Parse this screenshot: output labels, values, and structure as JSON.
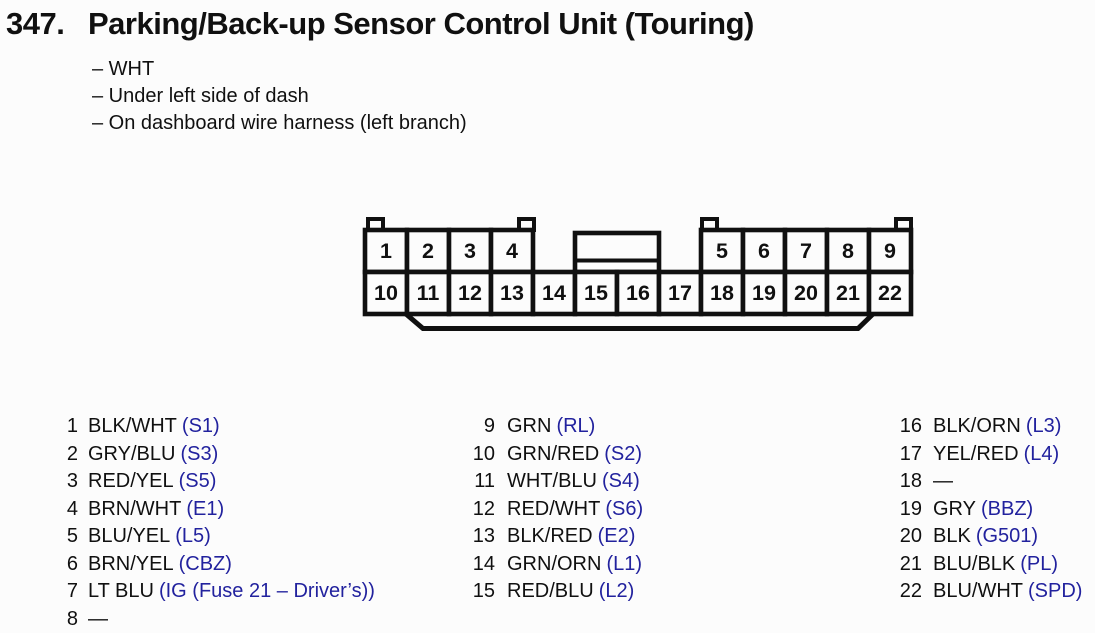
{
  "page": {
    "background": "#fcfcfc",
    "text_color": "#101010",
    "accent_blue": "#22229E"
  },
  "header": {
    "number": "347.",
    "title": "Parking/Back-up Sensor Control Unit (Touring)",
    "notes": [
      "– WHT",
      "– Under left side of dash",
      "– On dashboard wire harness (left branch)"
    ]
  },
  "connector": {
    "top_left_pins": [
      "1",
      "2",
      "3",
      "4"
    ],
    "top_right_pins": [
      "5",
      "6",
      "7",
      "8",
      "9"
    ],
    "bottom_pins": [
      "10",
      "11",
      "12",
      "13",
      "14",
      "15",
      "16",
      "17",
      "18",
      "19",
      "20",
      "21",
      "22"
    ]
  },
  "pin_list": {
    "col1": [
      {
        "pin": "1",
        "wire": "BLK/WHT",
        "code": "(S1)"
      },
      {
        "pin": "2",
        "wire": "GRY/BLU",
        "code": "(S3)"
      },
      {
        "pin": "3",
        "wire": "RED/YEL",
        "code": "(S5)"
      },
      {
        "pin": "4",
        "wire": "BRN/WHT",
        "code": "(E1)"
      },
      {
        "pin": "5",
        "wire": "BLU/YEL",
        "code": "(L5)"
      },
      {
        "pin": "6",
        "wire": "BRN/YEL",
        "code": "(CBZ)"
      },
      {
        "pin": "7",
        "wire": "LT BLU",
        "code": "(IG (Fuse 21 – Driver’s))"
      },
      {
        "pin": "8",
        "wire": "—",
        "code": ""
      }
    ],
    "col2": [
      {
        "pin": "9",
        "wire": "GRN",
        "code": "(RL)"
      },
      {
        "pin": "10",
        "wire": "GRN/RED",
        "code": "(S2)"
      },
      {
        "pin": "11",
        "wire": "WHT/BLU",
        "code": "(S4)"
      },
      {
        "pin": "12",
        "wire": "RED/WHT",
        "code": "(S6)"
      },
      {
        "pin": "13",
        "wire": "BLK/RED",
        "code": "(E2)"
      },
      {
        "pin": "14",
        "wire": "GRN/ORN",
        "code": "(L1)"
      },
      {
        "pin": "15",
        "wire": "RED/BLU",
        "code": "(L2)"
      }
    ],
    "col3": [
      {
        "pin": "16",
        "wire": "BLK/ORN",
        "code": "(L3)"
      },
      {
        "pin": "17",
        "wire": "YEL/RED",
        "code": "(L4)"
      },
      {
        "pin": "18",
        "wire": "—",
        "code": ""
      },
      {
        "pin": "19",
        "wire": "GRY",
        "code": "(BBZ)"
      },
      {
        "pin": "20",
        "wire": "BLK",
        "code": "(G501)"
      },
      {
        "pin": "21",
        "wire": "BLU/BLK",
        "code": "(PL)"
      },
      {
        "pin": "22",
        "wire": "BLU/WHT",
        "code": "(SPD)"
      }
    ]
  }
}
